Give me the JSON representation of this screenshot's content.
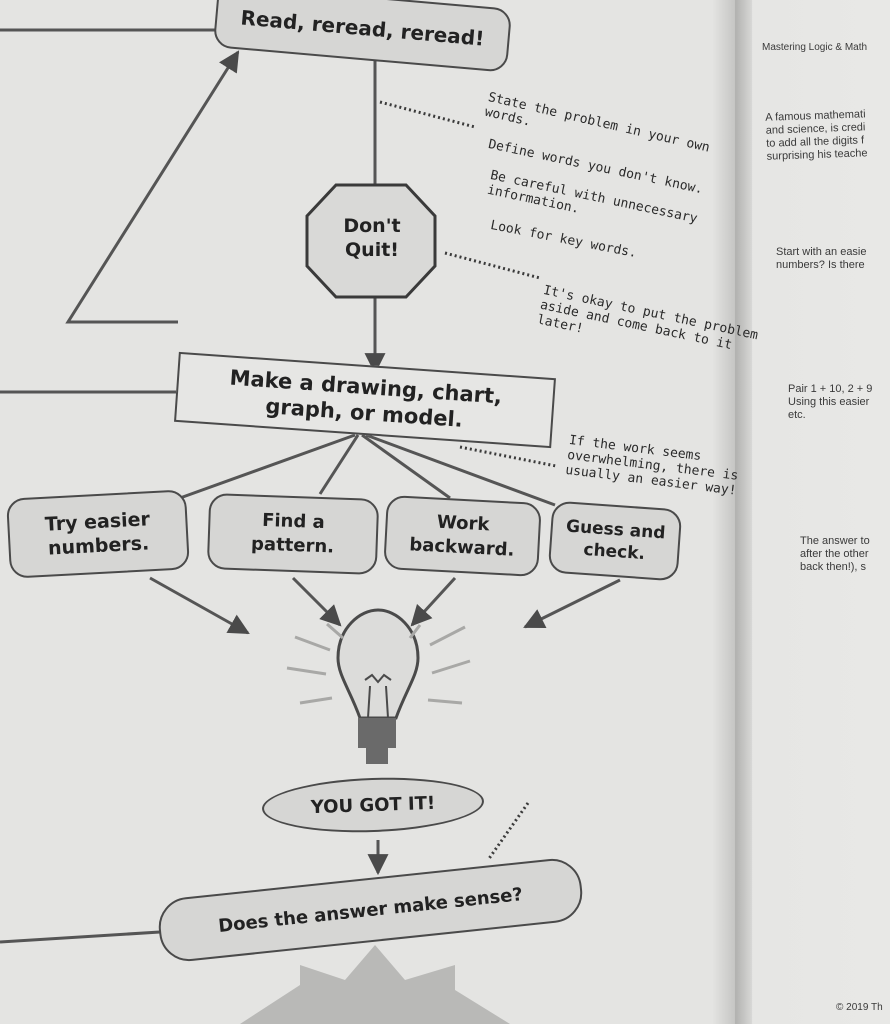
{
  "flow": {
    "start": "Read, reread, reread!",
    "stop_sign": "Don't\nQuit!",
    "tips_top": [
      "State the problem in your own\nwords.",
      "Define words you don't know.",
      "Be careful with unnecessary\ninformation.",
      "Look for key words."
    ],
    "tip_dont_quit": "It's okay to put the problem\naside and come back to it\nlater!",
    "model_box": "Make a drawing, chart,\ngraph, or model.",
    "tip_model": "If the work seems\noverwhelming, there is\nusually an easier way!",
    "strategies": [
      "Try easier\nnumbers.",
      "Find a\npattern.",
      "Work\nbackward.",
      "Guess and\ncheck."
    ],
    "result": "YOU GOT IT!",
    "check": "Does the answer make sense?"
  },
  "right_page": {
    "header": "Mastering Logic & Math",
    "para1": "A famous mathemati\nand science, is credi\nto add all the digits f\nsurprising his teache",
    "para2": "Start with an easie\nnumbers? Is there",
    "para3": "Pair 1 + 10, 2 + 9\nUsing this easier\netc.",
    "para4": "The answer to\nafter the other\nback then!), s",
    "footer": "© 2019 Th"
  },
  "colors": {
    "page": "#e4e4e2",
    "box_fill": "#d6d6d4",
    "stroke": "#4a4a4a",
    "text": "#222222"
  }
}
